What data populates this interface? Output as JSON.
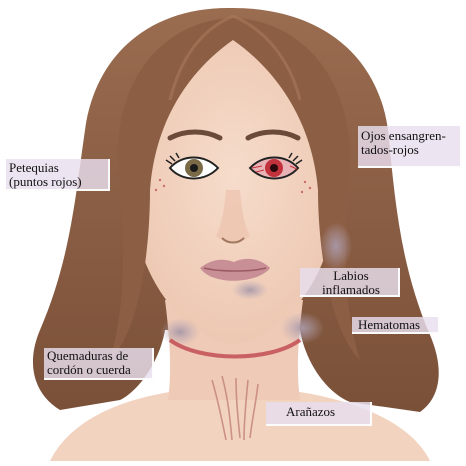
{
  "labels": {
    "petequias": "Petequias\n(puntos rojos)",
    "ojos": "Ojos ensangren-\ntados-rojos",
    "labios": "Labios\ninflamados",
    "hematomas": "Hematomas",
    "quemaduras": "Quemaduras de\ncordón o cuerda",
    "aranazos": "Arañazos"
  },
  "colors": {
    "hair": "#8a6048",
    "skin": "#f3d6c4",
    "bruise": "#b9a8b6",
    "neck_mark": "#c45458",
    "eye_red": "#c2323c",
    "label_bg": "#e8deee"
  }
}
